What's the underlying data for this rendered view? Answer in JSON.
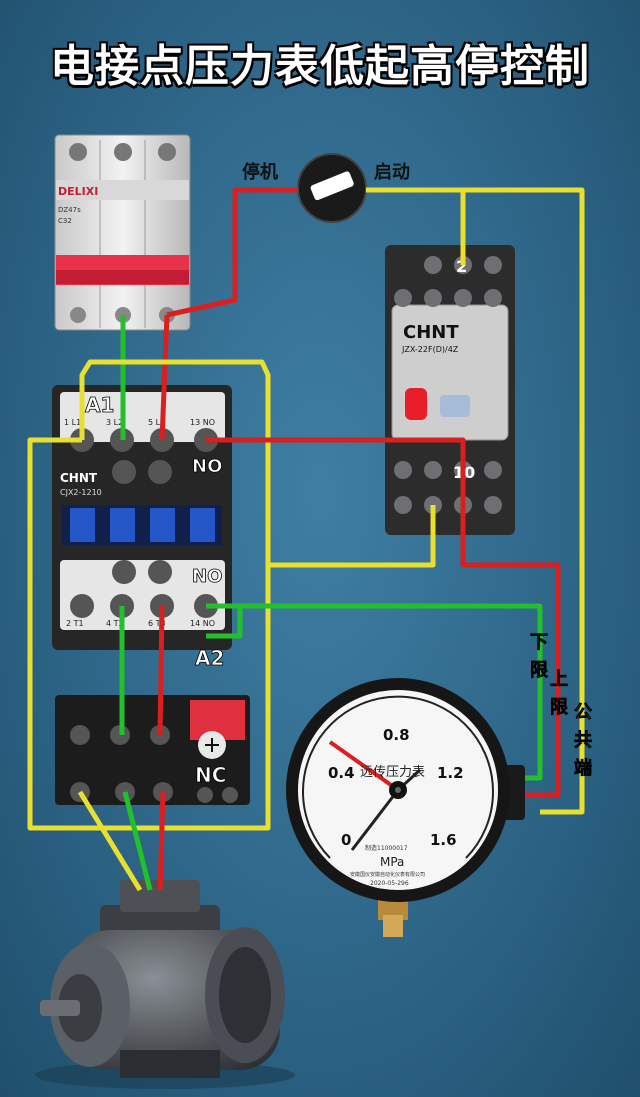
{
  "title": "电接点压力表低起高停控制",
  "switch": {
    "stop": "停机",
    "start": "启动"
  },
  "breaker": {
    "brand": "DELIXI",
    "model": "DZ47s",
    "rating": "C32"
  },
  "relay": {
    "brand": "CHNT",
    "model": "JZX-22F(D)/4Z",
    "term_top": "2",
    "term_bottom": "10"
  },
  "contactor": {
    "brand": "CHNT",
    "model": "CJX2-1210",
    "a1": "A1",
    "a2": "A2",
    "no": "NO",
    "top_terms": [
      "1 L1",
      "3 L2",
      "5 L3",
      "13 NO"
    ],
    "bottom_terms": [
      "2 T1",
      "4 T2",
      "6 T3",
      "14 NO"
    ]
  },
  "overload": {
    "nc": "NC"
  },
  "gauge": {
    "ticks": [
      "0",
      "0.4",
      "0.8",
      "1.2",
      "1.6"
    ],
    "name": "远传压力表",
    "unit": "MPa",
    "serial": "制造11000017",
    "maker": "安徽国仪安徽自动化仪表有限公司",
    "date": "2020-05-296"
  },
  "labels": {
    "lower": "下限",
    "upper": "上限",
    "common": "公共端"
  },
  "colors": {
    "red": "#d82020",
    "green": "#22c02a",
    "yellow": "#e8e030"
  }
}
